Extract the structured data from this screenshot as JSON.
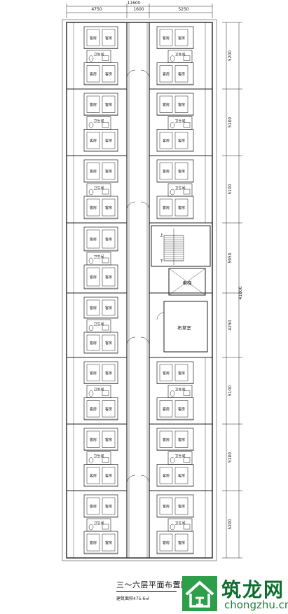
{
  "drawing": {
    "caption": "三～六层平面布置图",
    "area_note": "建筑面积475.6㎡"
  },
  "dimensions": {
    "total_width": "11600",
    "left_width": "4750",
    "corridor_width": "1600",
    "right_width": "5250",
    "total_length": "41000",
    "bays": [
      "5200",
      "5100",
      "5100",
      "5950",
      "4250",
      "5100",
      "5100",
      "5200"
    ]
  },
  "rooms": {
    "bedroom": "客房",
    "bathroom": "卫生间",
    "stair_up": "上",
    "stair_down": "下",
    "elevator": "电梯",
    "linen_room": "布草室"
  },
  "watermark": {
    "brand": "筑龙网",
    "url": "chongzhu.cn"
  },
  "colors": {
    "line": "#222222",
    "background": "#ffffff",
    "watermark_green": "#1e7f3c"
  }
}
